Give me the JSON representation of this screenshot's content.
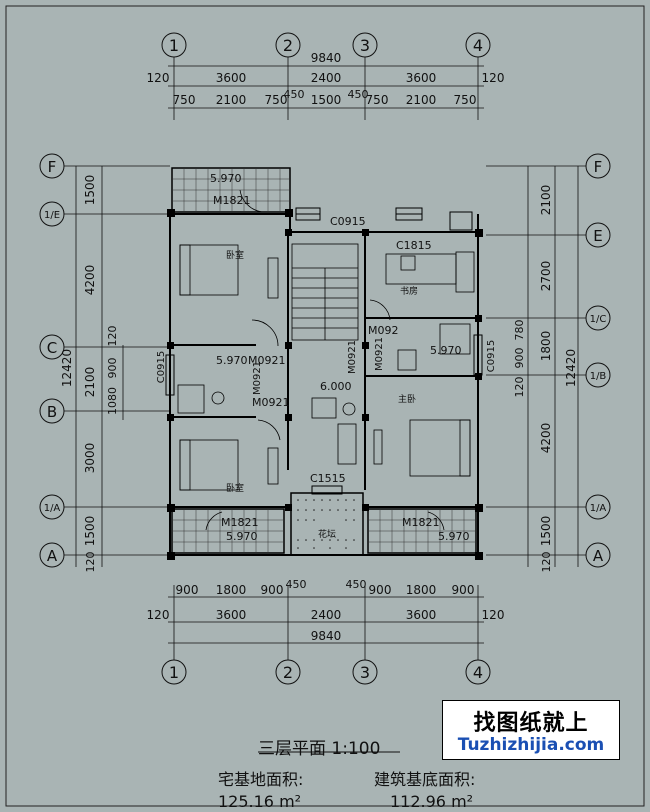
{
  "grid": {
    "axes_top": [
      "1",
      "2",
      "3",
      "4"
    ],
    "axes_bottom": [
      "1",
      "2",
      "3",
      "4"
    ],
    "axes_left": [
      "F",
      "1/E",
      "C",
      "B",
      "1/A",
      "A"
    ],
    "axes_right": [
      "F",
      "E",
      "1/C",
      "1/B",
      "1/A",
      "A"
    ]
  },
  "dims": {
    "top_total": "9840",
    "top_row2": [
      "120",
      "3600",
      "2400",
      "3600",
      "120"
    ],
    "top_row3": [
      "750",
      "2100",
      "750",
      "450",
      "1500",
      "450",
      "750",
      "2100",
      "750"
    ],
    "bottom_row1": [
      "900",
      "1800",
      "900",
      "450",
      "450",
      "900",
      "1800",
      "900"
    ],
    "bottom_row2": [
      "120",
      "3600",
      "2400",
      "3600",
      "120"
    ],
    "bottom_total": "9840",
    "left_inner": [
      "1500",
      "4200",
      "120",
      "2100",
      "900",
      "1080",
      "3000",
      "1500",
      "120"
    ],
    "left_total": "12420",
    "right_inner": [
      "2100",
      "2700",
      "780",
      "1800",
      "900",
      "120",
      "4200",
      "1500",
      "120"
    ],
    "right_total": "12420"
  },
  "labels": {
    "door_m1821_top": "M1821",
    "door_m1821_bl": "M1821",
    "door_m1821_br": "M1821",
    "win_c0915_top": "C0915",
    "win_c1815": "C1815",
    "win_c0915_left": "C0915",
    "win_c0915_right": "C0915",
    "win_c1515": "C1515",
    "door_m0921_a": "M0921",
    "door_m0921_b": "M0921",
    "door_m0921_c": "M0921",
    "door_m0921_d": "M0921",
    "door_m0921_e": "M0921",
    "door_m092": "M092",
    "elev_top": "5.970",
    "elev_bath_l": "5.970",
    "elev_bath_r": "5.970",
    "elev_bl": "5.970",
    "elev_br": "5.970",
    "elev_hall": "6.000",
    "room_bedroom_top": "卧室",
    "room_study": "书房",
    "room_master": "主卧",
    "room_bedroom_bottom": "卧室",
    "room_flower": "花坛"
  },
  "caption": {
    "title": "三层平面  1:100",
    "site_area_label": "宅基地面积:",
    "build_area_label": "建筑基底面积:",
    "site_area_value": "125.16 m²",
    "build_area_value": "112.96 m²"
  },
  "watermark": {
    "line1": "找图纸就上",
    "line2": "Tuzhizhijia.com"
  }
}
